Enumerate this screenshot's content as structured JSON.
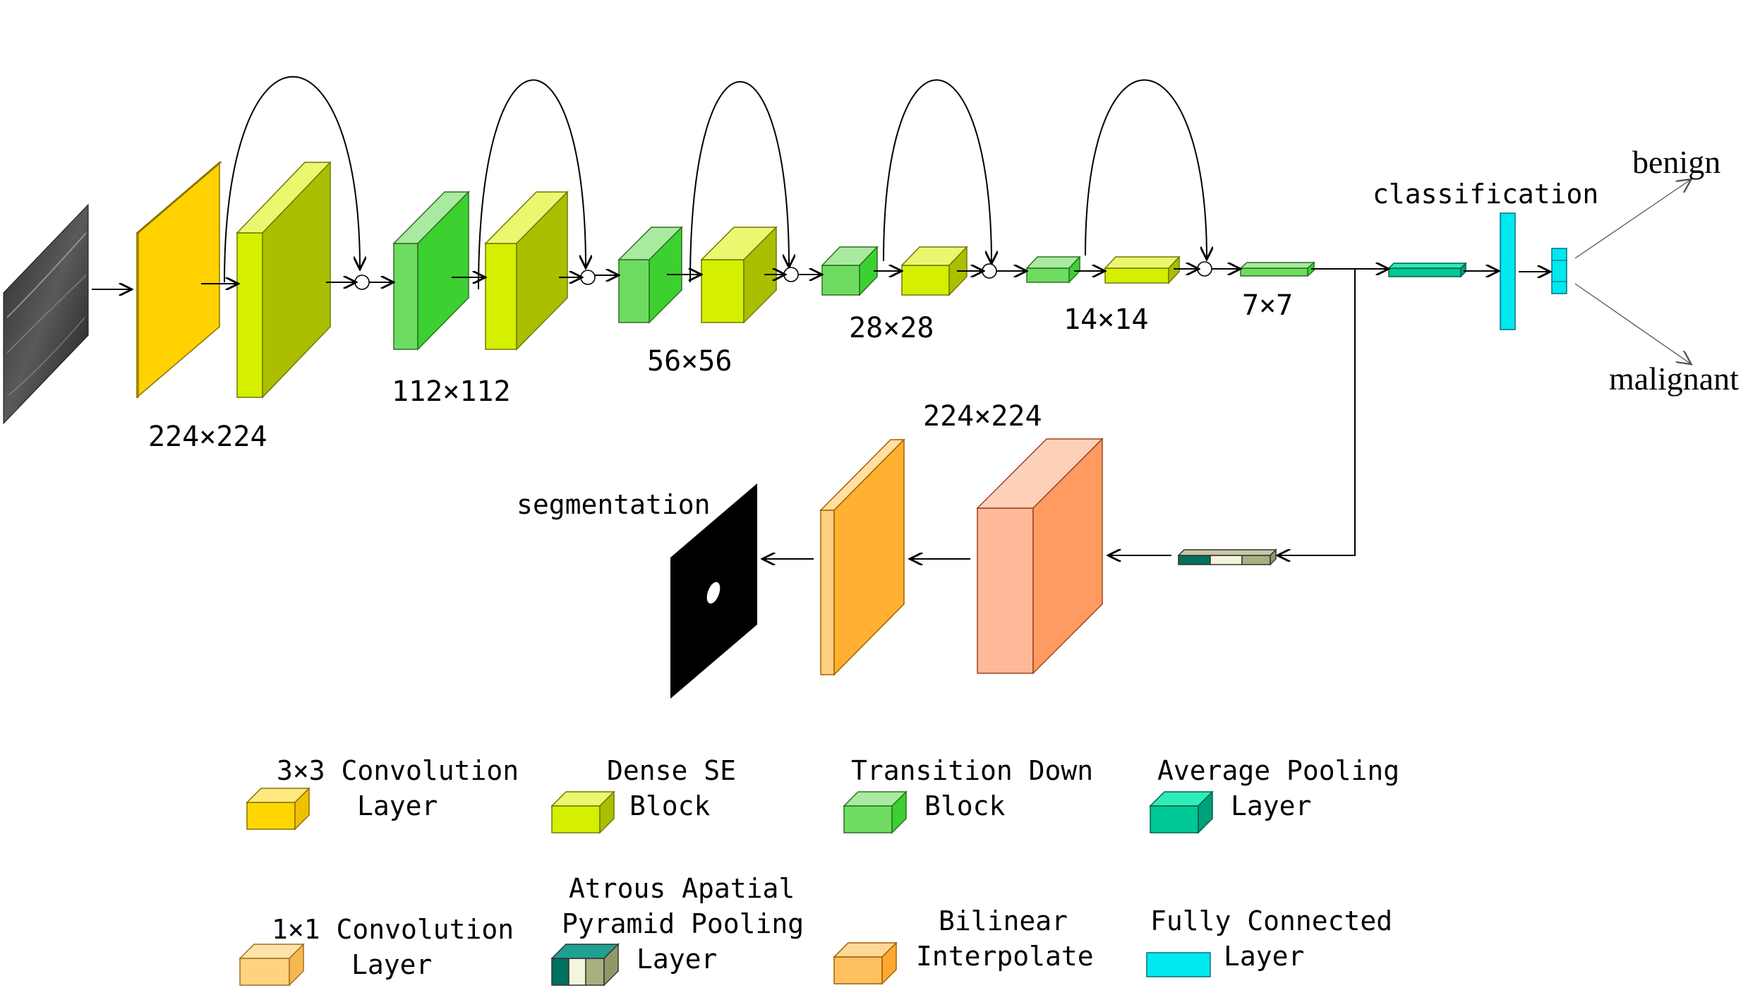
{
  "labels": {
    "s224": "224×224",
    "s112": "112×112",
    "s56": "56×56",
    "s28": "28×28",
    "s14": "14×14",
    "s7": "7×7",
    "s224_dec": "224×224",
    "classification": "classification",
    "segmentation": "segmentation",
    "benign": "benign",
    "malignant": "malignant"
  },
  "legend": {
    "conv3": [
      "3×3 Convolution",
      "Layer"
    ],
    "dense": [
      "Dense SE",
      "Block"
    ],
    "trans": [
      "Transition Down",
      "Block"
    ],
    "avgpool": [
      "Average Pooling",
      "Layer"
    ],
    "conv1": [
      "1×1 Convolution",
      "Layer"
    ],
    "aspp": [
      "Atrous Apatial",
      "Pyramid Pooling",
      "Layer"
    ],
    "bilinear": [
      "Bilinear",
      "Interpolate"
    ],
    "fc": [
      "Fully Connected",
      "Layer"
    ]
  },
  "colors": {
    "conv3": "#ffd700",
    "dense": "#d4ef00",
    "trans": "#5cdc4c",
    "avgpool": "#00c896",
    "conv1": "#ffd280",
    "aspp": [
      "#007060",
      "#f5f5dc",
      "#a8b080"
    ],
    "bilinear": "#ffb040",
    "upsample": "#ffb090",
    "fc": "#00e8f0"
  }
}
